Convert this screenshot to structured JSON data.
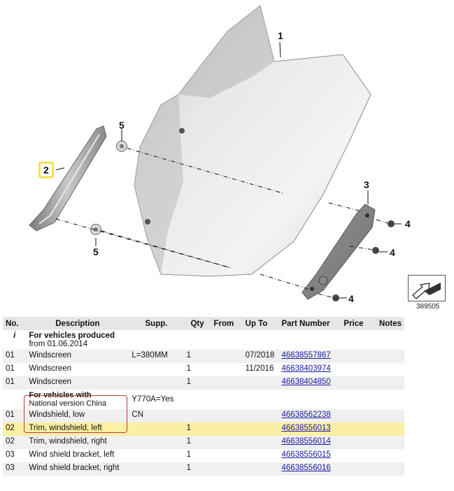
{
  "diagram": {
    "callouts": {
      "c1": "1",
      "c2": "2",
      "c3": "3",
      "c4a": "4",
      "c4b": "4",
      "c4c": "4",
      "c5a": "5",
      "c5b": "5"
    },
    "reference_number": "389505"
  },
  "table": {
    "headers": {
      "no": "No.",
      "description": "Description",
      "supp": "Supp.",
      "qty": "Qty",
      "from": "From",
      "upto": "Up To",
      "part_number": "Part Number",
      "price": "Price",
      "notes": "Notes"
    },
    "info_row": {
      "icon": "i",
      "title": "For vehicles produced",
      "subtitle": "from 01.06.2014"
    },
    "rows": [
      {
        "no": "01",
        "description": "Windscreen",
        "supp": "L=380MM",
        "qty": "1",
        "from": "",
        "upto": "07/2018",
        "part_number": "46638557867"
      },
      {
        "no": "01",
        "description": "Windscreen",
        "supp": "",
        "qty": "1",
        "from": "",
        "upto": "11/2016",
        "part_number": "46638403974"
      },
      {
        "no": "01",
        "description": "Windscreen",
        "supp": "",
        "qty": "1",
        "from": "",
        "upto": "",
        "part_number": "46638404850"
      }
    ],
    "condition_row": {
      "title": "For vehicles with",
      "subtitle": "National version China",
      "supp": "Y770A=Yes"
    },
    "rows2": [
      {
        "no": "01",
        "description": "Windshield, low",
        "supp": "CN",
        "qty": "",
        "from": "",
        "upto": "",
        "part_number": "46638562238"
      },
      {
        "no": "02",
        "description": "Trim, windshield, left",
        "supp": "",
        "qty": "1",
        "from": "",
        "upto": "",
        "part_number": "46638556013"
      },
      {
        "no": "02",
        "description": "Trim, windshield, right",
        "supp": "",
        "qty": "1",
        "from": "",
        "upto": "",
        "part_number": "46638556014"
      },
      {
        "no": "03",
        "description": "Wind shield bracket, left",
        "supp": "",
        "qty": "1",
        "from": "",
        "upto": "",
        "part_number": "46638556015"
      },
      {
        "no": "03",
        "description": "Wind shield bracket, right",
        "supp": "",
        "qty": "1",
        "from": "",
        "upto": "",
        "part_number": "46638556016"
      }
    ]
  },
  "colors": {
    "highlight_row": "#fbefa3",
    "link": "#1a1aa6",
    "callout_highlight": "#f5e34a",
    "condition_frame": "#b73a3a"
  }
}
